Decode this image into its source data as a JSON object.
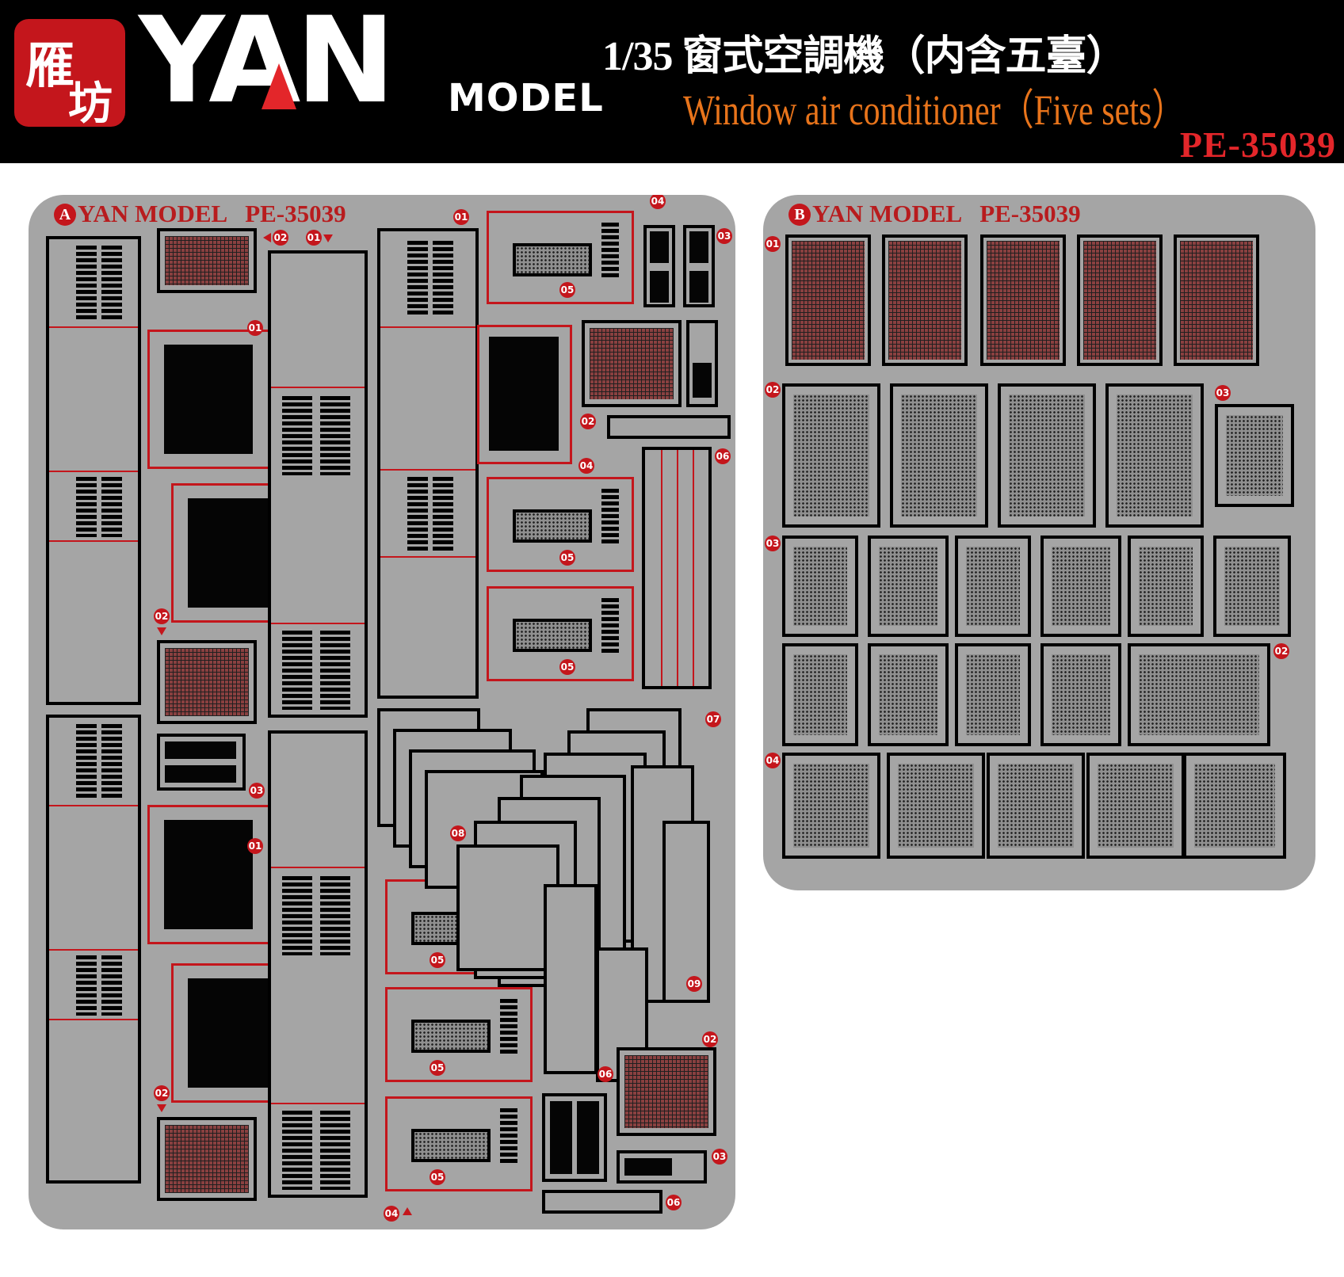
{
  "header": {
    "brand": "YAN",
    "brand_sub": "MODEL",
    "title_cn": "1/35 窗式空調機（内含五臺）",
    "title_en": "Window air conditioner（Five sets）",
    "code": "PE-35039"
  },
  "sheets": {
    "a": {
      "badge": "A",
      "label": "YAN MODEL",
      "code": "PE-35039"
    },
    "b": {
      "badge": "B",
      "label": "YAN MODEL",
      "code": "PE-35039"
    }
  },
  "part_numbers": [
    "01",
    "02",
    "03",
    "04",
    "05",
    "06",
    "07",
    "08",
    "09"
  ],
  "colors": {
    "header_bg": "#000000",
    "sheet_bg": "#a5a5a5",
    "accent_red": "#c4161c",
    "title_orange": "#e8741b"
  }
}
